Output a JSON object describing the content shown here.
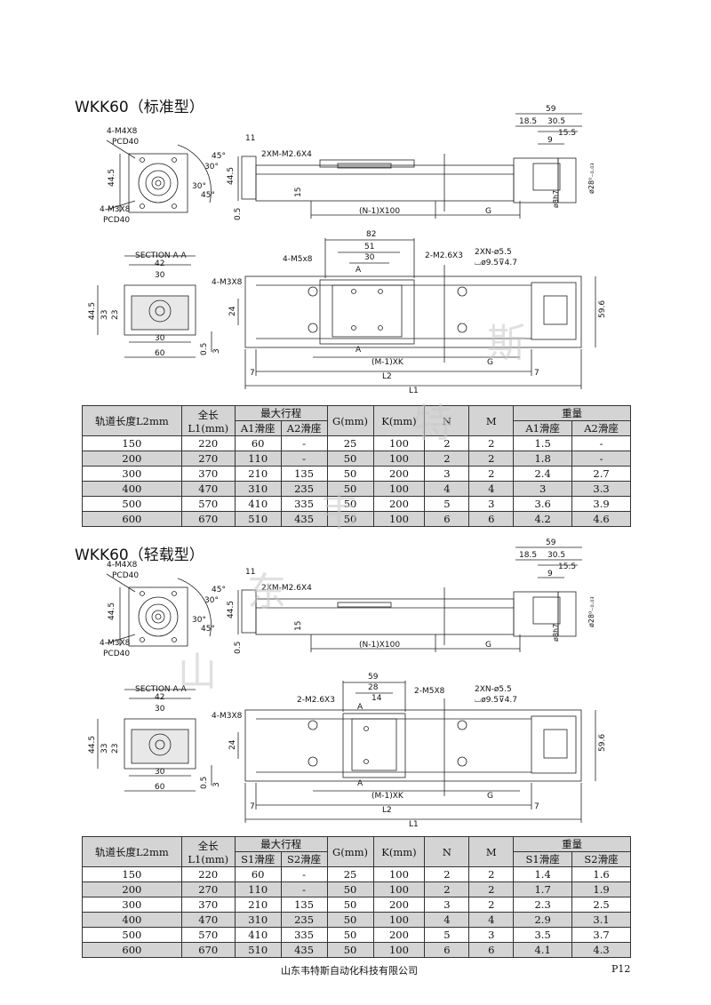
{
  "sections": [
    {
      "title": "WKK60（标准型）",
      "drawing": {
        "flange": {
          "top_label_1": "4-M4X8",
          "top_label_2": "PCD40",
          "bottom_label_1": "4-M3X8",
          "bottom_label_2": "PCD40",
          "dim_v": "44.5",
          "angle_1": "45°",
          "angle_2": "30°",
          "angle_3": "30°",
          "angle_4": "45°"
        },
        "side": {
          "dim_top": "11",
          "dim_h": "44.5",
          "dim_low": "0.5",
          "hole_note": "2XM-M2.6X4",
          "dim_15": "15",
          "pitch": "(N-1)X100",
          "g": "G"
        },
        "end": {
          "w59": "59",
          "d185": "18.5",
          "d305": "30.5",
          "d155": "15.5",
          "d9": "9",
          "d28": "ø28⁰₋₀.₀₃",
          "d8": "ø8h7"
        },
        "section": {
          "title": "SECTION A-A",
          "d42": "42",
          "d30a": "30",
          "d445": "44.5",
          "d33": "33",
          "d23": "23",
          "d30b": "30",
          "d60": "60",
          "d05": "0.5",
          "d3": "3",
          "m3": "4-M3X8"
        },
        "plan": {
          "d82": "82",
          "d51": "51",
          "d30": "30",
          "m5": "4-M5x8",
          "m26": "2-M2.6X3",
          "xn": "2XN-ø5.5",
          "cb": "⌴ø9.5⊽4.7",
          "a": "A",
          "d24": "24",
          "d596": "59.6",
          "mk": "(M-1)XK",
          "g": "G",
          "l2": "L2",
          "l1": "L1",
          "d7": "7"
        }
      },
      "table": {
        "headers": {
          "rail": "轨道长度L2mm",
          "total": "全长L1(mm)",
          "stroke": "最大行程",
          "s1": "A1滑座",
          "s2": "A2滑座",
          "g": "G(mm)",
          "k": "K(mm)",
          "n": "N",
          "m": "M",
          "weight": "重量",
          "w1": "A1滑座",
          "w2": "A2滑座"
        },
        "rows": [
          [
            "150",
            "220",
            "60",
            "-",
            "25",
            "100",
            "2",
            "2",
            "1.5",
            "-"
          ],
          [
            "200",
            "270",
            "110",
            "-",
            "50",
            "100",
            "2",
            "2",
            "1.8",
            "-"
          ],
          [
            "300",
            "370",
            "210",
            "135",
            "50",
            "200",
            "3",
            "2",
            "2.4",
            "2.7"
          ],
          [
            "400",
            "470",
            "310",
            "235",
            "50",
            "100",
            "4",
            "4",
            "3",
            "3.3"
          ],
          [
            "500",
            "570",
            "410",
            "335",
            "50",
            "200",
            "5",
            "3",
            "3.6",
            "3.9"
          ],
          [
            "600",
            "670",
            "510",
            "435",
            "50",
            "100",
            "6",
            "6",
            "4.2",
            "4.6"
          ]
        ]
      }
    },
    {
      "title": "WKK60（轻载型）",
      "drawing": {
        "flange": {
          "top_label_1": "4-M4X8",
          "top_label_2": "PCD40",
          "bottom_label_1": "4-M3X8",
          "bottom_label_2": "PCD40",
          "dim_v": "44.5",
          "angle_1": "45°",
          "angle_2": "30°",
          "angle_3": "30°",
          "angle_4": "45°"
        },
        "side": {
          "dim_top": "11",
          "dim_h": "44.5",
          "dim_low": "0.5",
          "hole_note": "2XM-M2.6X4",
          "dim_15": "15",
          "pitch": "(N-1)X100",
          "g": "G"
        },
        "end": {
          "w59": "59",
          "d185": "18.5",
          "d305": "30.5",
          "d155": "15.5",
          "d9": "9",
          "d28": "ø28⁰₋₀.₀₃",
          "d8": "ø8h7"
        },
        "section": {
          "title": "SECTION A-A",
          "d42": "42",
          "d30a": "30",
          "d445": "44.5",
          "d33": "33",
          "d23": "23",
          "d30b": "30",
          "d60": "60",
          "d05": "0.5",
          "d3": "3",
          "m3": "4-M3X8"
        },
        "plan": {
          "d59": "59",
          "d28": "28",
          "d14": "14",
          "m26": "2-M2.6X3",
          "m5": "2-M5X8",
          "xn": "2XN-ø5.5",
          "cb": "⌴ø9.5⊽4.7",
          "a": "A",
          "d24": "24",
          "d596": "59.6",
          "mk": "(M-1)XK",
          "g": "G",
          "l2": "L2",
          "l1": "L1",
          "d7": "7"
        }
      },
      "table": {
        "headers": {
          "rail": "轨道长度L2mm",
          "total": "全长L1(mm)",
          "stroke": "最大行程",
          "s1": "S1滑座",
          "s2": "S2滑座",
          "g": "G(mm)",
          "k": "K(mm)",
          "n": "N",
          "m": "M",
          "weight": "重量",
          "w1": "S1滑座",
          "w2": "S2滑座"
        },
        "rows": [
          [
            "150",
            "220",
            "60",
            "-",
            "25",
            "100",
            "2",
            "2",
            "1.4",
            "1.6"
          ],
          [
            "200",
            "270",
            "110",
            "-",
            "50",
            "100",
            "2",
            "2",
            "1.7",
            "1.9"
          ],
          [
            "300",
            "370",
            "210",
            "135",
            "50",
            "200",
            "3",
            "2",
            "2.3",
            "2.5"
          ],
          [
            "400",
            "470",
            "310",
            "235",
            "50",
            "100",
            "4",
            "4",
            "2.9",
            "3.1"
          ],
          [
            "500",
            "570",
            "410",
            "335",
            "50",
            "200",
            "5",
            "3",
            "3.5",
            "3.7"
          ],
          [
            "600",
            "670",
            "510",
            "435",
            "50",
            "100",
            "6",
            "6",
            "4.1",
            "4.3"
          ]
        ]
      }
    }
  ],
  "watermark": [
    "山",
    "东",
    "韦",
    "特",
    "斯"
  ],
  "footer": {
    "company": "山东韦特斯自动化科技有限公司",
    "page": "P12"
  }
}
